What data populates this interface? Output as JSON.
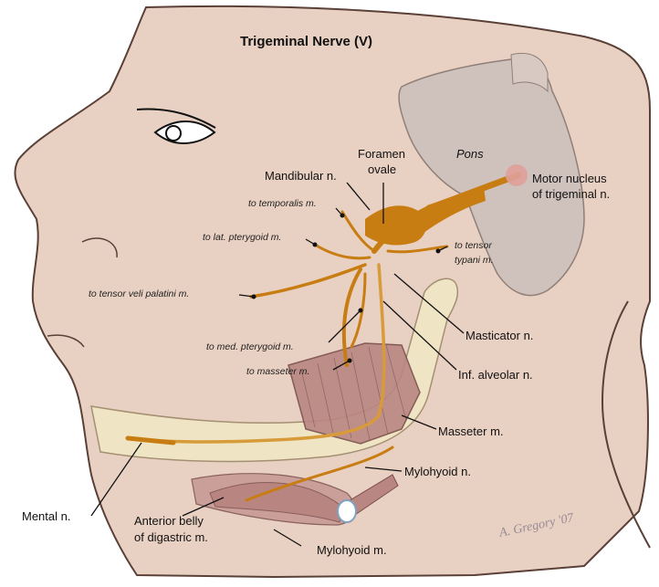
{
  "title": "Trigeminal Nerve (V)",
  "labels": {
    "pons": "Pons",
    "foramen_1": "Foramen",
    "foramen_2": "ovale",
    "mandibular": "Mandibular n.",
    "motor_1": "Motor nucleus",
    "motor_2": "of trigeminal n.",
    "to_temporalis": "to temporalis m.",
    "to_lat_pterygoid": "to lat. pterygoid m.",
    "to_tensor_tympani_1": "to tensor",
    "to_tensor_tympani_2": "typani m.",
    "to_tensor_veli": "to tensor veli palatini m.",
    "masticator": "Masticator n.",
    "to_med_pterygoid": "to med. pterygoid m.",
    "to_masseter": "to masseter m.",
    "inf_alveolar": "Inf. alveolar n.",
    "masseter": "Masseter m.",
    "mylohyoid_n": "Mylohyoid n.",
    "mental": "Mental n.",
    "ant_belly_1": "Anterior belly",
    "ant_belly_2": "of digastric m.",
    "mylohyoid_m": "Mylohyoid m."
  },
  "signature": "A. Gregory '07",
  "colors": {
    "skin": "#e8d0c2",
    "outline": "#5a4036",
    "brainstem": "#cfc2bc",
    "jaw_bone": "#efe5c4",
    "nerve": "#c87d12",
    "muscle": "#b98682",
    "nucleus": "#e0a09a"
  }
}
